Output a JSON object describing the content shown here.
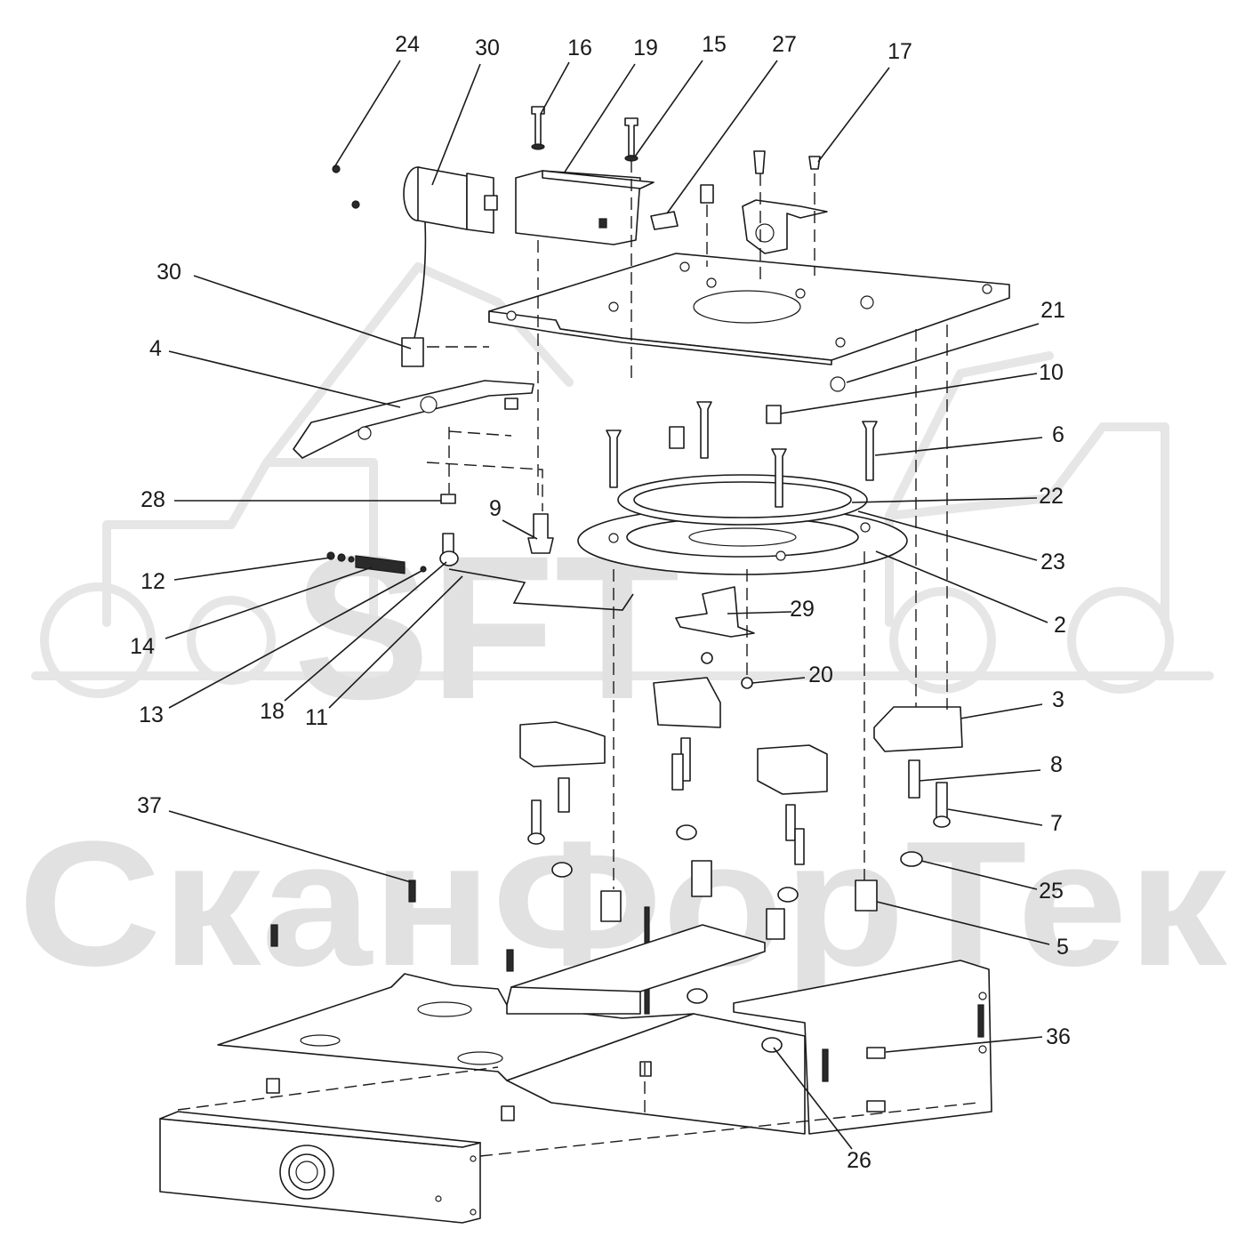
{
  "watermark": {
    "logo": "SFT",
    "brand": "СканФорТек"
  },
  "callouts": [
    {
      "id": "c24a",
      "number": "24"
    },
    {
      "id": "c30a",
      "number": "30"
    },
    {
      "id": "c16",
      "number": "16"
    },
    {
      "id": "c19",
      "number": "19"
    },
    {
      "id": "c15",
      "number": "15"
    },
    {
      "id": "c27",
      "number": "27"
    },
    {
      "id": "c17",
      "number": "17"
    },
    {
      "id": "c30b",
      "number": "30"
    },
    {
      "id": "c21",
      "number": "21"
    },
    {
      "id": "c4",
      "number": "4"
    },
    {
      "id": "c10",
      "number": "10"
    },
    {
      "id": "c6",
      "number": "6"
    },
    {
      "id": "c28",
      "number": "28"
    },
    {
      "id": "c22",
      "number": "22"
    },
    {
      "id": "c9",
      "number": "9"
    },
    {
      "id": "c23",
      "number": "23"
    },
    {
      "id": "c12",
      "number": "12"
    },
    {
      "id": "c29",
      "number": "29"
    },
    {
      "id": "c2",
      "number": "2"
    },
    {
      "id": "c14",
      "number": "14"
    },
    {
      "id": "c20",
      "number": "20"
    },
    {
      "id": "c13",
      "number": "13"
    },
    {
      "id": "c18",
      "number": "18"
    },
    {
      "id": "c11",
      "number": "11"
    },
    {
      "id": "c3",
      "number": "3"
    },
    {
      "id": "c8",
      "number": "8"
    },
    {
      "id": "c37",
      "number": "37"
    },
    {
      "id": "c7",
      "number": "7"
    },
    {
      "id": "c25",
      "number": "25"
    },
    {
      "id": "c5",
      "number": "5"
    },
    {
      "id": "c36",
      "number": "36"
    },
    {
      "id": "c26",
      "number": "26"
    }
  ]
}
